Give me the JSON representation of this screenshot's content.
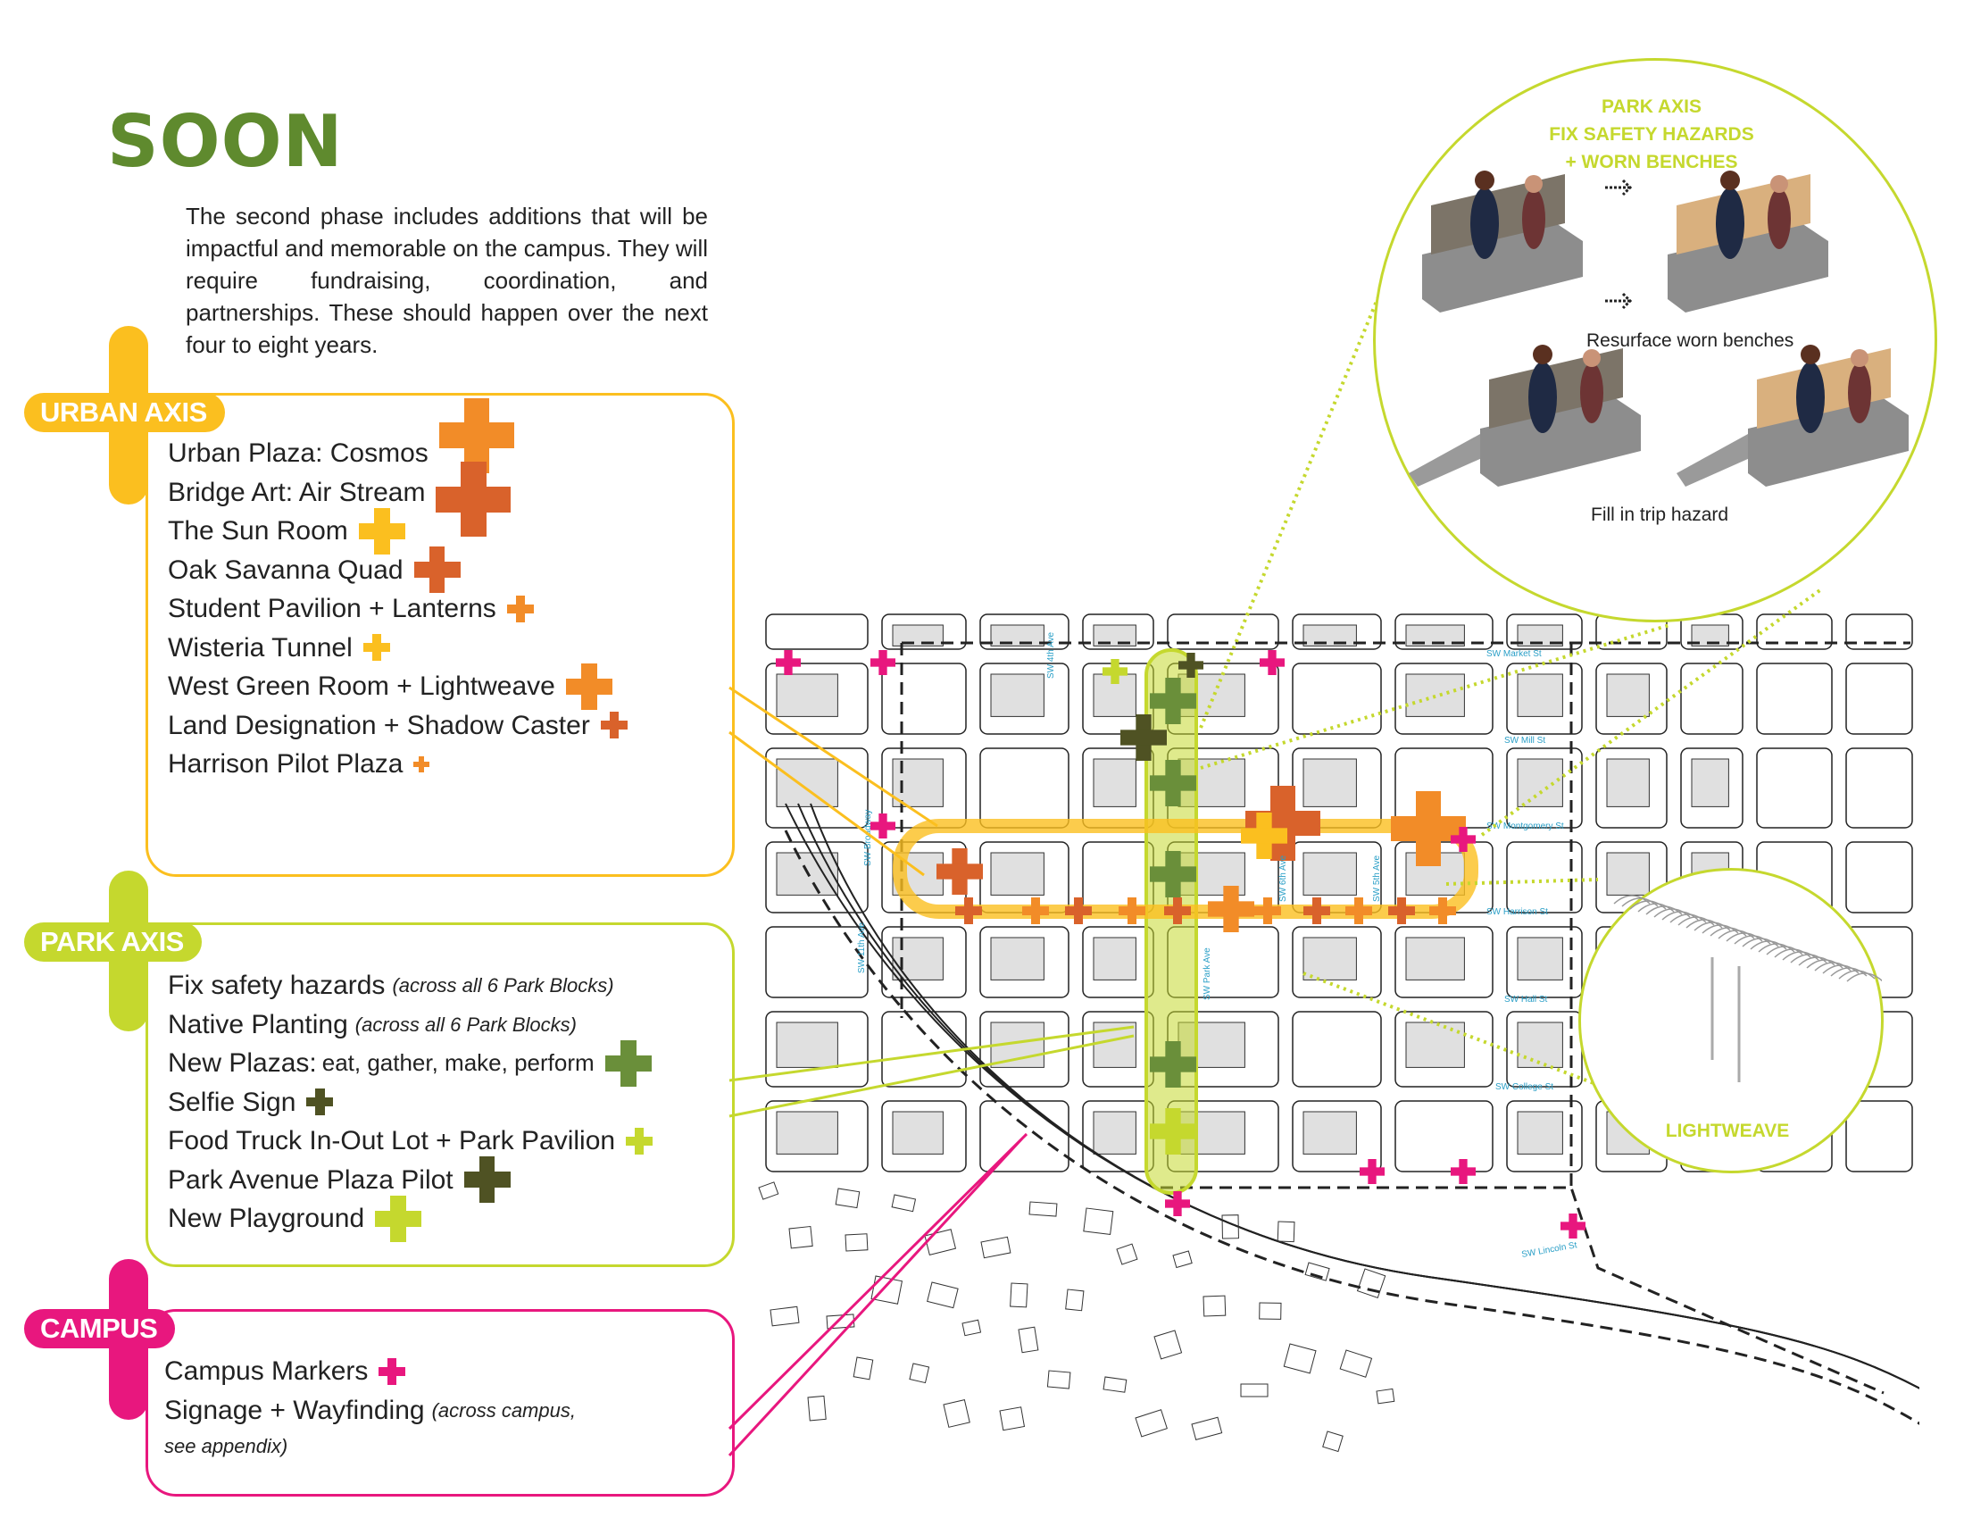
{
  "page": {
    "title": "SOON",
    "intro": "The second phase includes additions that will be impactful and memorable on the campus. They will require fundraising, coordination, and partnerships. These should happen over the next four to eight years."
  },
  "colors": {
    "title_green": "#5f8a2e",
    "urban": "#fbbf1f",
    "park": "#c5d82e",
    "campus": "#e8177e",
    "orange": "#f28c28",
    "dark_orange": "#d9622b",
    "green": "#6a8f3a",
    "olive": "#4f5223"
  },
  "urban_axis": {
    "label": "URBAN AXIS",
    "items": [
      {
        "text": "Urban Plaza: Cosmos",
        "color": "#f28c28"
      },
      {
        "text": "Bridge Art: Air Stream",
        "color": "#d9622b"
      },
      {
        "text": "The Sun Room",
        "color": "#fbbf1f"
      },
      {
        "text": "Oak Savanna Quad",
        "color": "#d9622b"
      },
      {
        "text": "Student Pavilion + Lanterns",
        "color": "#f28c28"
      },
      {
        "text": "Wisteria Tunnel",
        "color": "#fbbf1f"
      },
      {
        "text": "West Green Room + Lightweave",
        "color": "#f28c28"
      },
      {
        "text": "Land Designation + Shadow Caster",
        "color": "#d9622b"
      },
      {
        "text": "Harrison Pilot Plaza",
        "color": "#f28c28"
      }
    ]
  },
  "park_axis": {
    "label": "PARK AXIS",
    "items": [
      {
        "text": "Fix safety hazards",
        "note": "(across all 6 Park Blocks)"
      },
      {
        "text": "Native Planting",
        "note": "(across all 6 Park Blocks)"
      },
      {
        "text": "New Plazas:",
        "sub": "eat, gather, make, perform",
        "color": "#6a8f3a"
      },
      {
        "text": "Selfie Sign",
        "color": "#4f5223"
      },
      {
        "text": "Food Truck In-Out Lot + Park Pavilion",
        "color": "#c5d82e"
      },
      {
        "text": "Park Avenue Plaza Pilot",
        "color": "#4f5223"
      },
      {
        "text": "New Playground",
        "color": "#c5d82e"
      }
    ]
  },
  "campus": {
    "label": "CAMPUS",
    "items": [
      {
        "text": "Campus Markers",
        "color": "#e8177e"
      },
      {
        "text": "Signage + Wayfinding",
        "note": "(across campus,"
      }
    ],
    "note_cont": "see appendix)"
  },
  "bench_bubble": {
    "title_lines": [
      "PARK AXIS",
      "FIX SAFETY HAZARDS",
      "+ WORN BENCHES"
    ],
    "caption_1": "Resurface worn benches",
    "caption_2": "Fill in trip hazard"
  },
  "lightweave_bubble": {
    "label": "LIGHTWEAVE"
  },
  "map": {
    "streets": [
      "SW Market St",
      "SW Mill St",
      "SW Montgomery St",
      "SW Harrison St",
      "SW Hall St",
      "SW College St",
      "SW Lincoln St",
      "SW 5th Ave",
      "SW 6th Ave",
      "SW 4th Ave",
      "SW Broadway",
      "SW Park Ave",
      "SW 11th Ave"
    ]
  }
}
